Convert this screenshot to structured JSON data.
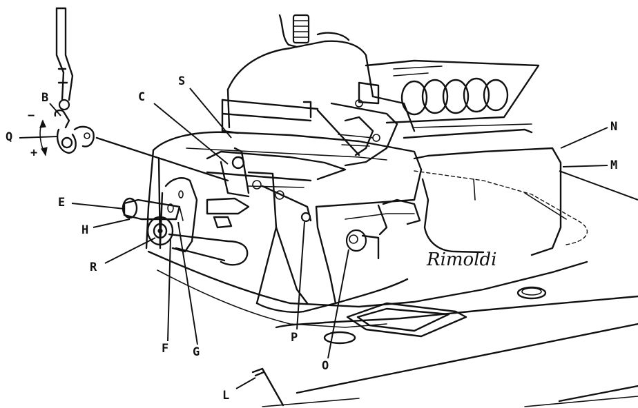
{
  "brand_text": "Rimoldi",
  "callouts": [
    {
      "id": "b",
      "text": "B"
    },
    {
      "id": "q",
      "text": "Q"
    },
    {
      "id": "minus",
      "text": "−"
    },
    {
      "id": "plus",
      "text": "+"
    },
    {
      "id": "c",
      "text": "C"
    },
    {
      "id": "s",
      "text": "S"
    },
    {
      "id": "e",
      "text": "E"
    },
    {
      "id": "h",
      "text": "H"
    },
    {
      "id": "r",
      "text": "R"
    },
    {
      "id": "f",
      "text": "F"
    },
    {
      "id": "g",
      "text": "G"
    },
    {
      "id": "p",
      "text": "P"
    },
    {
      "id": "o",
      "text": "O"
    },
    {
      "id": "l",
      "text": "L"
    },
    {
      "id": "n",
      "text": "N"
    },
    {
      "id": "m",
      "text": "M"
    }
  ]
}
